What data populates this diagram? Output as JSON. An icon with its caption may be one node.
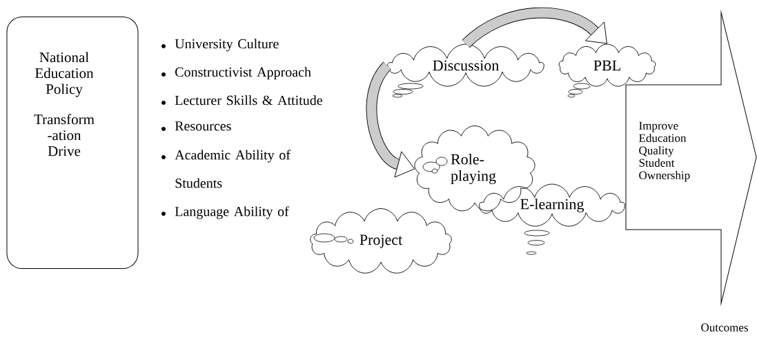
{
  "diagram": {
    "nodes": [
      {
        "text": [
          "National Education Policy",
          "Transform -ation Drive"
        ]
      },
      {
        "text": [
          "Discussion"
        ]
      },
      {
        "text": [
          "PBL"
        ]
      },
      {
        "text": [
          "Role- playing"
        ]
      },
      {
        "text": [
          "E-learning"
        ]
      },
      {
        "text": [
          "Project"
        ]
      },
      {
        "text": [
          "Improve Education Quality Student Ownership"
        ],
        "beside": [
          "Outcomes"
        ]
      }
    ],
    "edges": [
      {
        "from": 1,
        "to": 2,
        "arrow": "to"
      },
      {
        "from": 1,
        "to": 3,
        "arrow": "to"
      }
    ],
    "labels": [
      "University Culture",
      "Constructivist Approach",
      "Lecturer Skills & Attitude",
      "Resources",
      "Academic Ability of Students",
      "Language Ability of"
    ]
  }
}
